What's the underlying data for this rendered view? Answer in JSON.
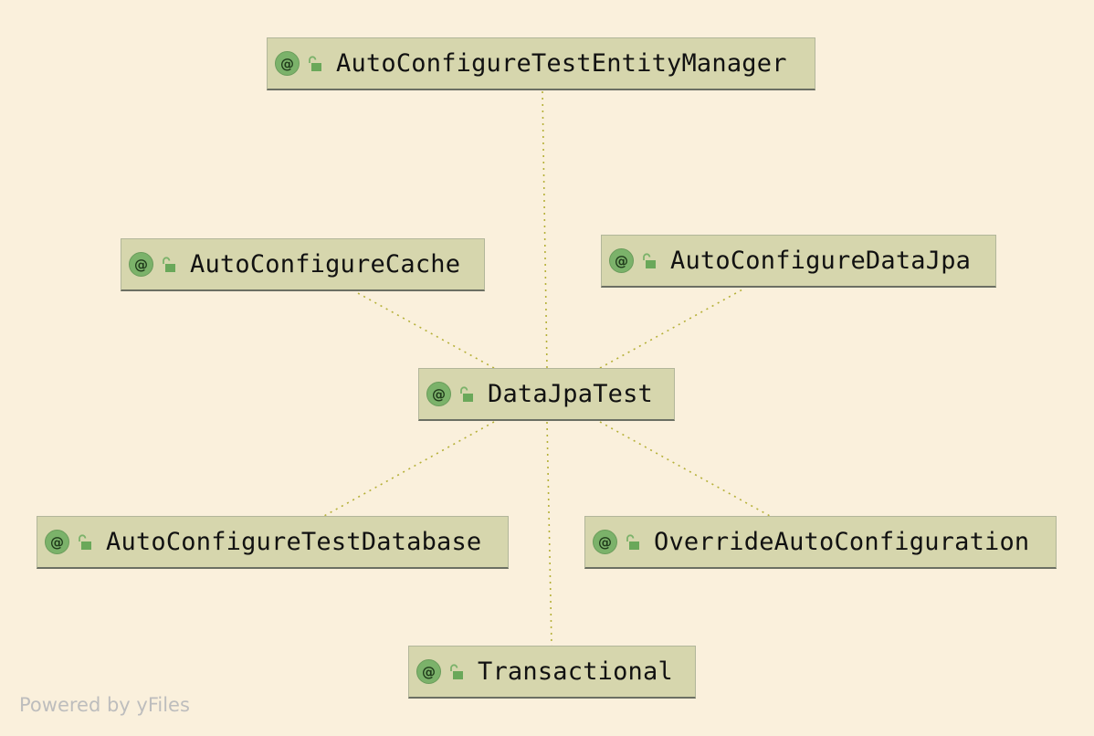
{
  "diagram": {
    "nodes": [
      {
        "id": "autoconfiguretestentitymanager",
        "label": "AutoConfigureTestEntityManager",
        "icon": "annotation-icon"
      },
      {
        "id": "autoconfigurecache",
        "label": "AutoConfigureCache",
        "icon": "annotation-icon"
      },
      {
        "id": "autoconfiguredatajpa",
        "label": "AutoConfigureDataJpa",
        "icon": "annotation-icon"
      },
      {
        "id": "datajpatest",
        "label": "DataJpaTest",
        "icon": "annotation-icon"
      },
      {
        "id": "autoconfiguretestdatabase",
        "label": "AutoConfigureTestDatabase",
        "icon": "annotation-icon"
      },
      {
        "id": "overrideautoconfiguration",
        "label": "OverrideAutoConfiguration",
        "icon": "annotation-icon"
      },
      {
        "id": "transactional",
        "label": "Transactional",
        "icon": "annotation-icon"
      }
    ],
    "edges": [
      {
        "from": "datajpatest",
        "to": "autoconfiguretestentitymanager"
      },
      {
        "from": "datajpatest",
        "to": "autoconfigurecache"
      },
      {
        "from": "datajpatest",
        "to": "autoconfiguredatajpa"
      },
      {
        "from": "datajpatest",
        "to": "autoconfiguretestdatabase"
      },
      {
        "from": "datajpatest",
        "to": "overrideautoconfiguration"
      },
      {
        "from": "datajpatest",
        "to": "transactional"
      }
    ],
    "icon_glyph": "@",
    "colors": {
      "background": "#faf0dc",
      "node_fill": "#d6d6ad",
      "icon_green": "#7bb26a",
      "edge": "#b5b038"
    }
  },
  "watermark": "Powered by yFiles"
}
